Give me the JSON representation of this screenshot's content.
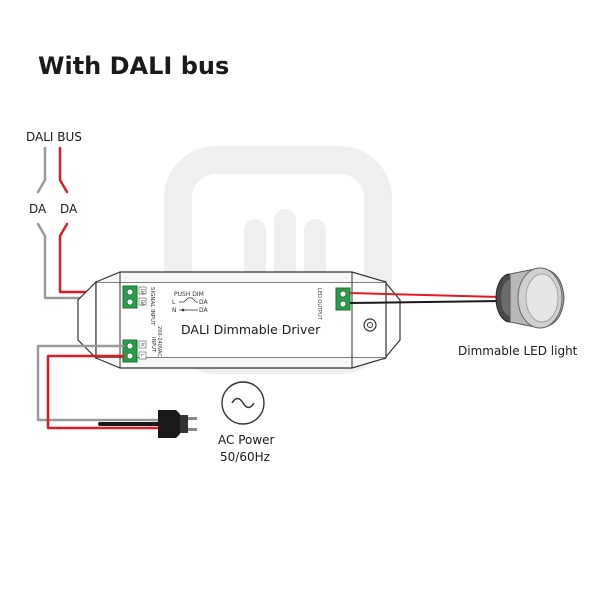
{
  "title": "With DALI bus",
  "dali_bus": {
    "label": "DALI BUS",
    "wire_left": "DA",
    "wire_right": "DA"
  },
  "driver": {
    "name": "DALI Dimmable Driver",
    "signal_input_label": "SIGNAL INPUT",
    "signal_terminal_1": "DA",
    "signal_terminal_2": "DA",
    "push_dim_label": "PUSH DIM",
    "push_dim_line_1_left": "L",
    "push_dim_line_1_right": "DA",
    "push_dim_line_2_left": "N",
    "push_dim_line_2_right": "DA",
    "power_input_label": "INPUT",
    "power_input_voltage": "200-240VAC",
    "power_terminal_1": "N",
    "power_terminal_2": "L",
    "led_output_label": "LED OUTPUT"
  },
  "load": {
    "label": "Dimmable LED light"
  },
  "ac_power": {
    "label_line_1": "AC Power",
    "label_line_2": "50/60Hz"
  },
  "colors": {
    "red_wire": "#e21b23",
    "gray_wire": "#9a9a9a",
    "black_wire": "#1a1a1a",
    "terminal_green": "#2a9d4b",
    "watermark": "#ececec"
  }
}
